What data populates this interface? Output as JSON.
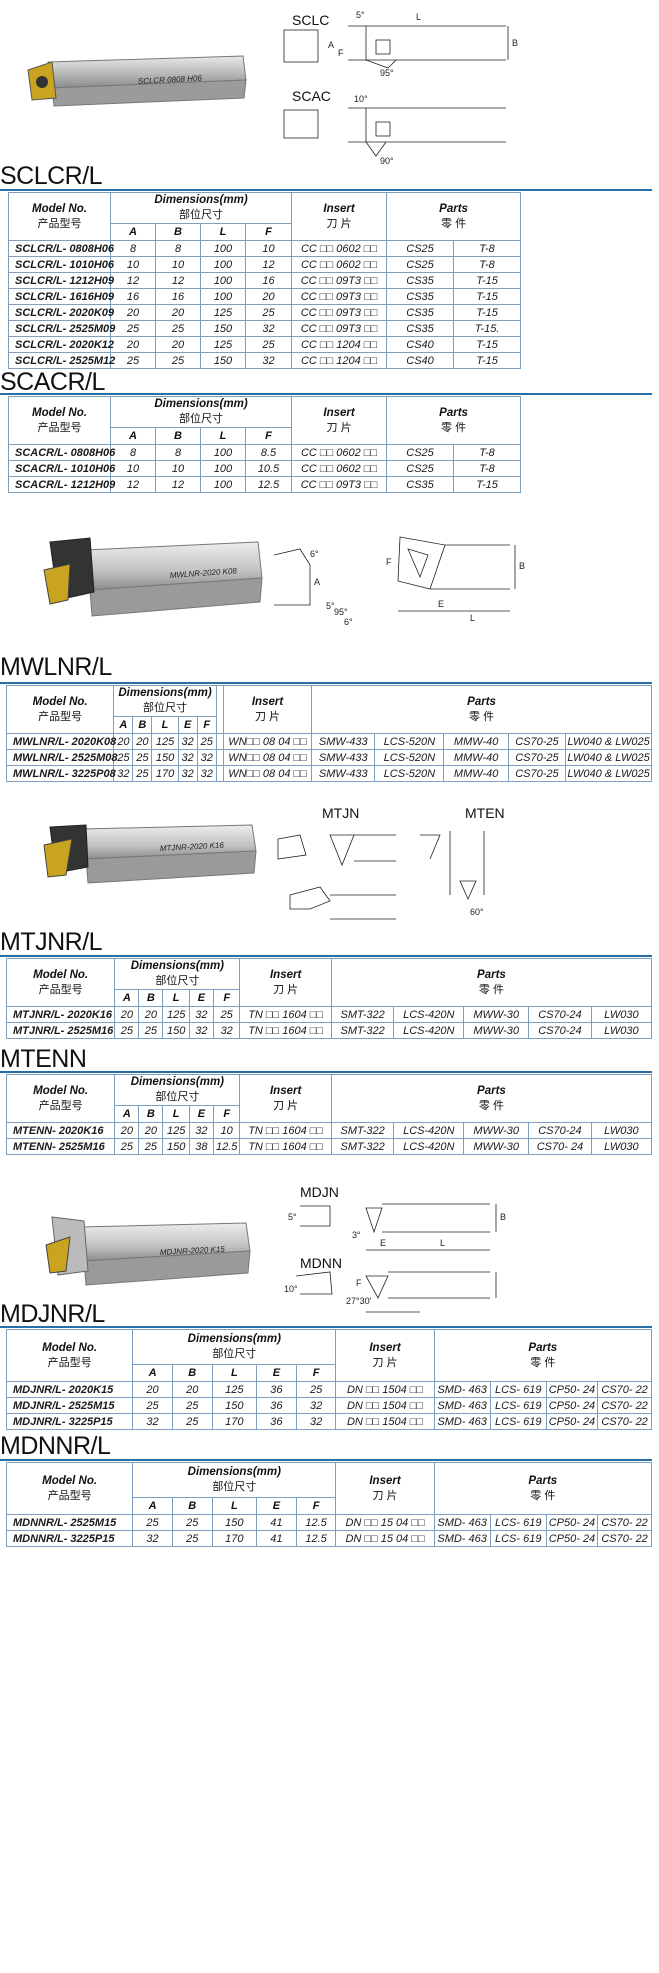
{
  "sclcr": {
    "heading": "SCLCR/L",
    "tool_marking": "SCLCR 0808 H06",
    "diagram_labels": {
      "top": "SCLC",
      "bottom": "SCAC",
      "a1": "5°",
      "a2": "95°",
      "a3": "10°",
      "a4": "90°",
      "L": "L",
      "A": "A",
      "B": "B",
      "F": "F"
    },
    "headers": {
      "model_en": "Model No.",
      "model_cn": "产品型号",
      "dim_en": "Dimensions(mm)",
      "dim_cn": "部位尺寸",
      "insert_en": "Insert",
      "insert_cn": "刀 片",
      "parts_en": "Parts",
      "parts_cn": "零 件",
      "cols": [
        "A",
        "B",
        "L",
        "F"
      ]
    },
    "rows": [
      [
        "SCLCR/L- 0808H06",
        "8",
        "8",
        "100",
        "10",
        "CC □□ 0602 □□",
        "CS25",
        "T-8"
      ],
      [
        "SCLCR/L- 1010H06",
        "10",
        "10",
        "100",
        "12",
        "CC □□ 0602 □□",
        "CS25",
        "T-8"
      ],
      [
        "SCLCR/L- 1212H09",
        "12",
        "12",
        "100",
        "16",
        "CC □□ 09T3 □□",
        "CS35",
        "T-15"
      ],
      [
        "SCLCR/L- 1616H09",
        "16",
        "16",
        "100",
        "20",
        "CC □□ 09T3 □□",
        "CS35",
        "T-15"
      ],
      [
        "SCLCR/L- 2020K09",
        "20",
        "20",
        "125",
        "25",
        "CC □□ 09T3 □□",
        "CS35",
        "T-15"
      ],
      [
        "SCLCR/L- 2525M09",
        "25",
        "25",
        "150",
        "32",
        "CC □□ 09T3 □□",
        "CS35",
        "T-15."
      ],
      [
        "SCLCR/L- 2020K12",
        "20",
        "20",
        "125",
        "25",
        "CC □□ 1204 □□",
        "CS40",
        "T-15"
      ],
      [
        "SCLCR/L- 2525M12",
        "25",
        "25",
        "150",
        "32",
        "CC □□ 1204 □□",
        "CS40",
        "T-15"
      ]
    ]
  },
  "scacr": {
    "heading": "SCACR/L",
    "headers": {
      "model_en": "Model No.",
      "model_cn": "产品型号",
      "dim_en": "Dimensions(mm)",
      "dim_cn": "部位尺寸",
      "insert_en": "Insert",
      "insert_cn": "刀 片",
      "parts_en": "Parts",
      "parts_cn": "零 件",
      "cols": [
        "A",
        "B",
        "L",
        "F"
      ]
    },
    "rows": [
      [
        "SCACR/L- 0808H06",
        "8",
        "8",
        "100",
        "8.5",
        "CC □□ 0602 □□",
        "CS25",
        "T-8"
      ],
      [
        "SCACR/L- 1010H06",
        "10",
        "10",
        "100",
        "10.5",
        "CC □□ 0602 □□",
        "CS25",
        "T-8"
      ],
      [
        "SCACR/L- 1212H09",
        "12",
        "12",
        "100",
        "12.5",
        "CC □□ 09T3 □□",
        "CS35",
        "T-15"
      ]
    ]
  },
  "mwlnr": {
    "heading": "MWLNR/L",
    "tool_marking": "MWLNR-2020 K08",
    "diagram_labels": {
      "a1": "6°",
      "a2": "5°",
      "a3": "95°",
      "a4": "6°",
      "F": "F",
      "A": "A",
      "B": "B",
      "E": "E",
      "L": "L"
    },
    "headers": {
      "model_en": "Model No.",
      "model_cn": "产品型号",
      "dim_en": "Dimensions(mm)",
      "dim_cn": "部位尺寸",
      "insert_en": "Insert",
      "insert_cn": "刀 片",
      "parts_en": "Parts",
      "parts_cn": "零 件",
      "cols": [
        "A",
        "B",
        "L",
        "E",
        "F"
      ]
    },
    "rows": [
      [
        "MWLNR/L- 2020K08",
        "20",
        "20",
        "125",
        "32",
        "25",
        "WN□□ 08 04 □□",
        "SMW-433",
        "LCS-520N",
        "MMW-40",
        "CS70-25",
        "LW040 & LW025"
      ],
      [
        "MWLNR/L- 2525M08",
        "25",
        "25",
        "150",
        "32",
        "32",
        "WN□□ 08 04 □□",
        "SMW-433",
        "LCS-520N",
        "MMW-40",
        "CS70-25",
        "LW040 & LW025"
      ],
      [
        "MWLNR/L- 3225P08",
        "32",
        "25",
        "170",
        "32",
        "32",
        "WN□□ 08 04 □□",
        "SMW-433",
        "LCS-520N",
        "MMW-40",
        "CS70-25",
        "LW040 & LW025"
      ]
    ]
  },
  "mtjnr": {
    "heading": "MTJNR/L",
    "tool_marking": "MTJNR-2020 K16",
    "diagram_labels": {
      "left": "MTJN",
      "right": "MTEN",
      "a1": "60°"
    },
    "headers": {
      "model_en": "Model No.",
      "model_cn": "产品型号",
      "dim_en": "Dimensions(mm)",
      "dim_cn": "部位尺寸",
      "insert_en": "Insert",
      "insert_cn": "刀 片",
      "parts_en": "Parts",
      "parts_cn": "零 件",
      "cols": [
        "A",
        "B",
        "L",
        "E",
        "F"
      ]
    },
    "rows": [
      [
        "MTJNR/L- 2020K16",
        "20",
        "20",
        "125",
        "32",
        "25",
        "TN □□ 1604 □□",
        "SMT-322",
        "LCS-420N",
        "MWW-30",
        "CS70-24",
        "LW030"
      ],
      [
        "MTJNR/L- 2525M16",
        "25",
        "25",
        "150",
        "32",
        "32",
        "TN □□ 1604 □□",
        "SMT-322",
        "LCS-420N",
        "MWW-30",
        "CS70-24",
        "LW030"
      ]
    ]
  },
  "mtenn": {
    "heading": "MTENN",
    "headers": {
      "model_en": "Model No.",
      "model_cn": "产品型号",
      "dim_en": "Dimensions(mm)",
      "dim_cn": "部位尺寸",
      "insert_en": "Insert",
      "insert_cn": "刀 片",
      "parts_en": "Parts",
      "parts_cn": "零 件",
      "cols": [
        "A",
        "B",
        "L",
        "E",
        "F"
      ]
    },
    "rows": [
      [
        "MTENN- 2020K16",
        "20",
        "20",
        "125",
        "32",
        "10",
        "TN □□ 1604 □□",
        "SMT-322",
        "LCS-420N",
        "MWW-30",
        "CS70-24",
        "LW030"
      ],
      [
        "MTENN- 2525M16",
        "25",
        "25",
        "150",
        "38",
        "12.5",
        "TN □□ 1604 □□",
        "SMT-322",
        "LCS-420N",
        "MWW-30",
        "CS70- 24",
        "LW030"
      ]
    ]
  },
  "mdjnr": {
    "heading": "MDJNR/L",
    "tool_marking": "MDJNR-2020 K15",
    "diagram_labels": {
      "top": "MDJN",
      "bottom": "MDNN",
      "a1": "5°",
      "a2": "3°",
      "a3": "10°",
      "a4": "27°30'",
      "E": "E",
      "L": "L",
      "B": "B",
      "F": "F"
    },
    "headers": {
      "model_en": "Model No.",
      "model_cn": "产品型号",
      "dim_en": "Dimensions(mm)",
      "dim_cn": "部位尺寸",
      "insert_en": "Insert",
      "insert_cn": "刀 片",
      "parts_en": "Parts",
      "parts_cn": "零 件",
      "cols": [
        "A",
        "B",
        "L",
        "E",
        "F"
      ]
    },
    "rows": [
      [
        "MDJNR/L- 2020K15",
        "20",
        "20",
        "125",
        "36",
        "25",
        "DN □□ 1504 □□",
        "SMD- 463",
        "LCS- 619",
        "CP50- 24",
        "CS70- 22"
      ],
      [
        "MDJNR/L- 2525M15",
        "25",
        "25",
        "150",
        "36",
        "32",
        "DN □□ 1504 □□",
        "SMD- 463",
        "LCS- 619",
        "CP50- 24",
        "CS70- 22"
      ],
      [
        "MDJNR/L- 3225P15",
        "32",
        "25",
        "170",
        "36",
        "32",
        "DN □□ 1504 □□",
        "SMD- 463",
        "LCS- 619",
        "CP50- 24",
        "CS70- 22"
      ]
    ]
  },
  "mdnnr": {
    "heading": "MDNNR/L",
    "headers": {
      "model_en": "Model No.",
      "model_cn": "产品型号",
      "dim_en": "Dimensions(mm)",
      "dim_cn": "部位尺寸",
      "insert_en": "Insert",
      "insert_cn": "刀 片",
      "parts_en": "Parts",
      "parts_cn": "零 件",
      "cols": [
        "A",
        "B",
        "L",
        "E",
        "F"
      ]
    },
    "rows": [
      [
        "MDNNR/L- 2525M15",
        "25",
        "25",
        "150",
        "41",
        "12.5",
        "DN □□ 15 04 □□",
        "SMD- 463",
        "LCS- 619",
        "CP50- 24",
        "CS70- 22"
      ],
      [
        "MDNNR/L- 3225P15",
        "32",
        "25",
        "170",
        "41",
        "12.5",
        "DN □□ 15 04 □□",
        "SMD- 463",
        "LCS- 619",
        "CP50- 24",
        "CS70- 22"
      ]
    ]
  }
}
